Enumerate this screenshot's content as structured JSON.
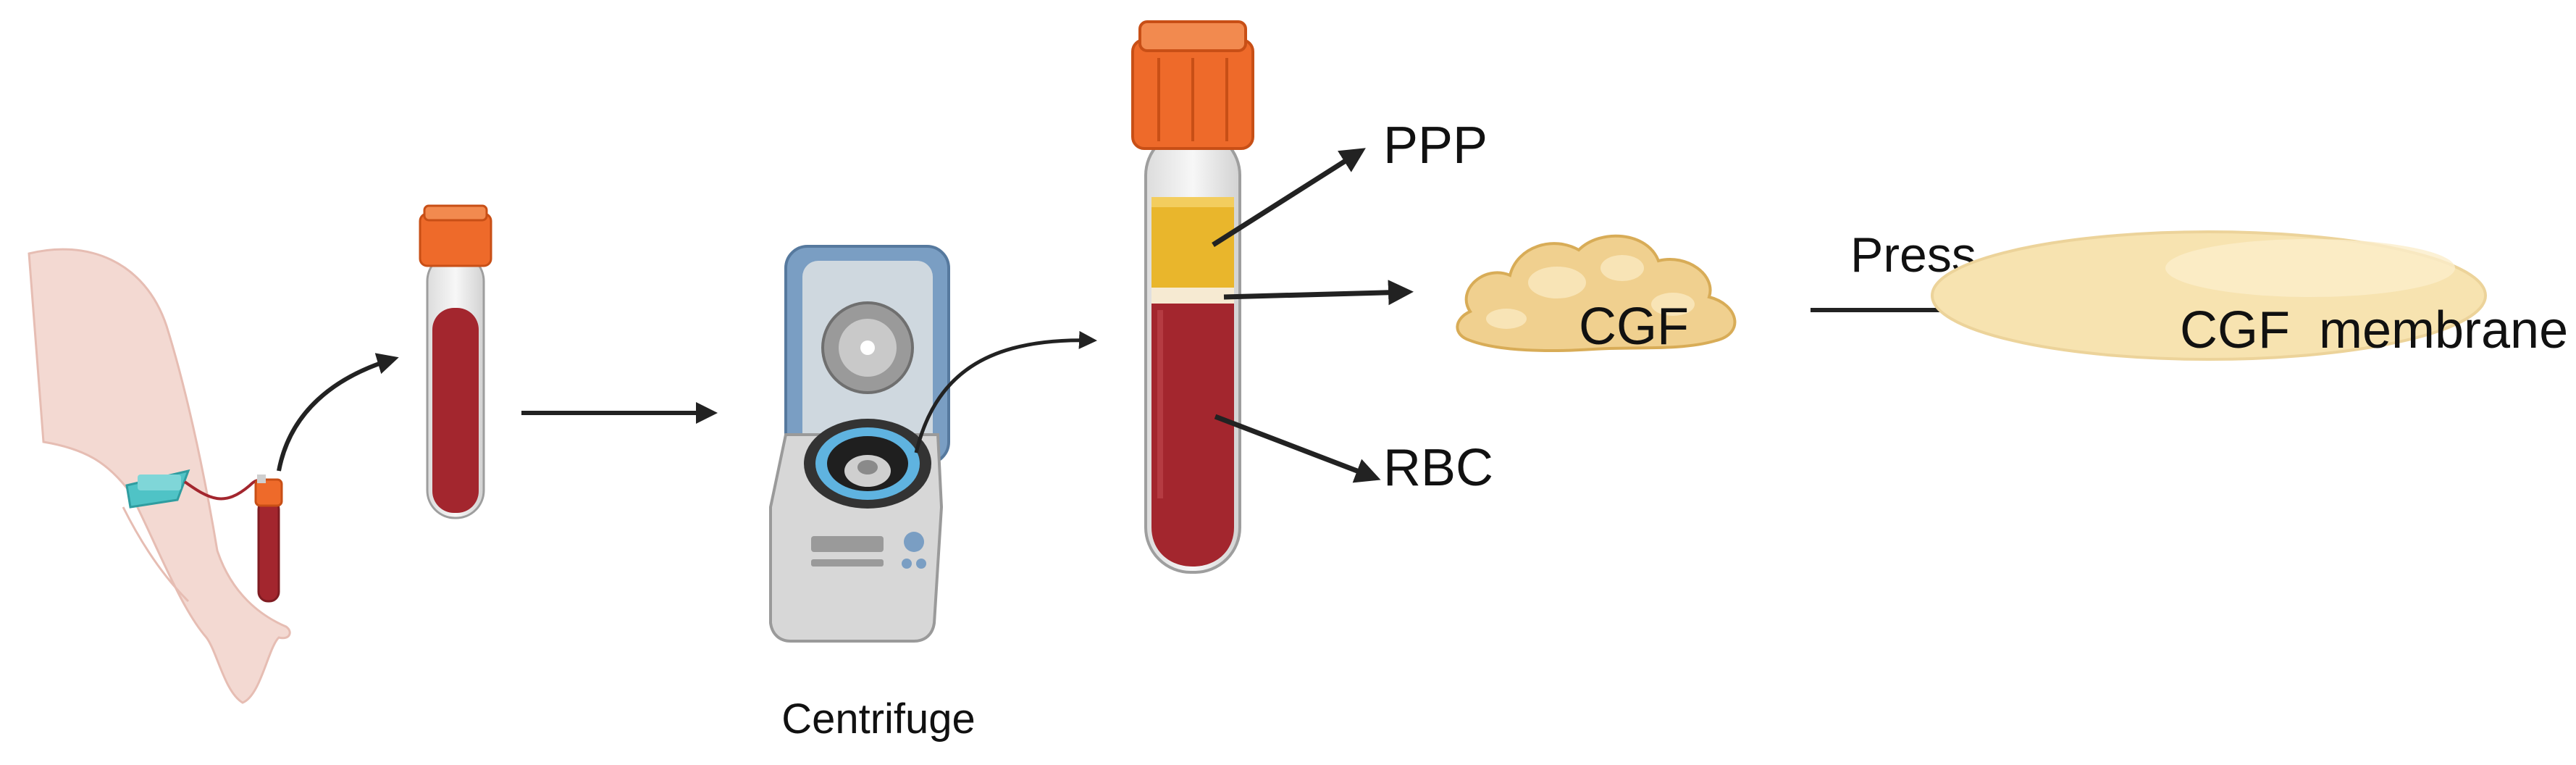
{
  "labels": {
    "ppp": "PPP",
    "rbc": "RBC",
    "cgf": "CGF",
    "press": "Press",
    "cgf_membrane": "CGF  membrane",
    "centrifuge": "Centrifuge"
  },
  "colors": {
    "skin": "#f3d9d2",
    "skin_edge": "#e6bdb3",
    "blood": "#a3262e",
    "blood_dark": "#7f1c22",
    "cap": "#ee6a2a",
    "cap_dark": "#c84f16",
    "plasma": "#e9b62c",
    "buffy": "#f6ead2",
    "centrifuge_lid": "#7a9ec3",
    "centrifuge_body": "#d7d7d7",
    "rotor_ring": "#5fb3e0",
    "needle": "#4fc3c6",
    "cgf_clot": "#f0d08f",
    "membrane": "#f7e3b0",
    "arrow": "#222222"
  }
}
